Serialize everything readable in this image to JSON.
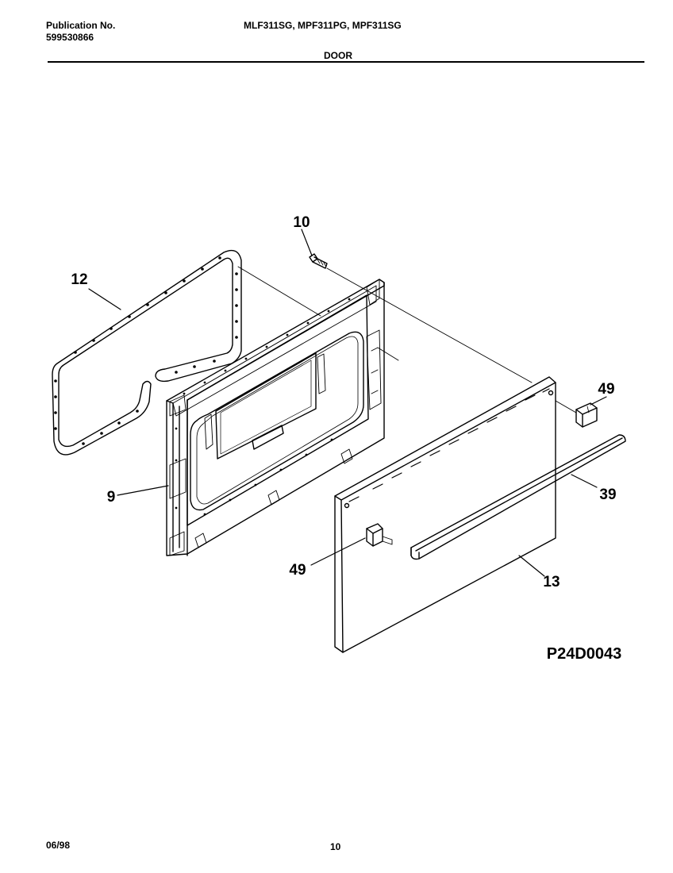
{
  "header": {
    "publication_label": "Publication No.",
    "publication_number": "599530866",
    "models": "MLF311SG, MPF311PG, MPF311SG",
    "section": "DOOR"
  },
  "diagram": {
    "callouts": {
      "c10": "10",
      "c12": "12",
      "c9": "9",
      "c49_top": "49",
      "c39": "39",
      "c49_bottom": "49",
      "c13": "13"
    },
    "figure_id": "P24D0043"
  },
  "footer": {
    "date": "06/98",
    "page": "10"
  }
}
